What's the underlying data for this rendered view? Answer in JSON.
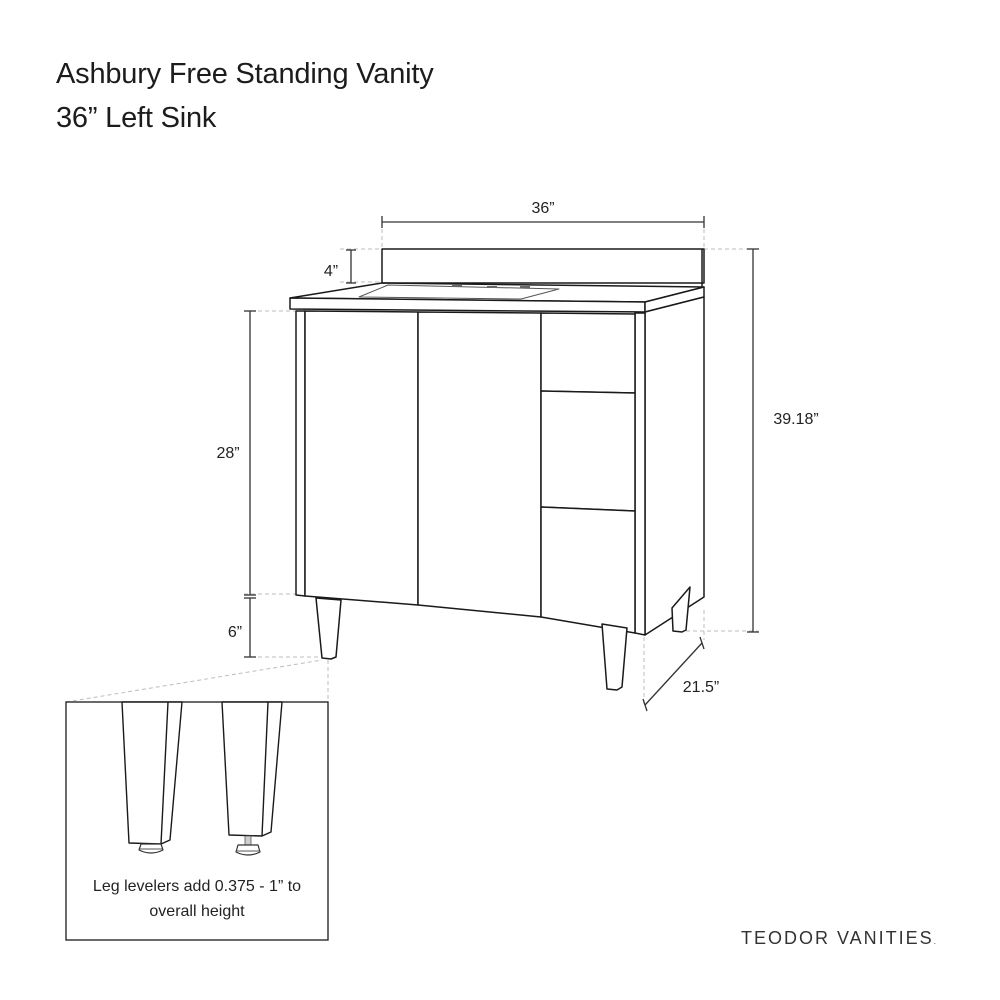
{
  "title": {
    "line1": "Ashbury Free Standing Vanity",
    "line2": "36” Left Sink"
  },
  "dimensions": {
    "width": "36”",
    "backsplash_height": "4”",
    "cabinet_height": "28”",
    "leg_height": "6”",
    "overall_height": "39.18”",
    "depth": "21.5”"
  },
  "detail_inset": {
    "note_line1": "Leg levelers add 0.375 - 1” to",
    "note_line2": "overall height"
  },
  "cabinet": {
    "doors": 2,
    "drawers": 3,
    "sink_position": "left",
    "faucet_holes": 3
  },
  "brand": {
    "name": "TEODOR VANITIES",
    "mark": "."
  },
  "colors": {
    "line": "#1a1a1a",
    "dim_line": "#333333",
    "guide_dashed": "#bbbbbb",
    "background": "#ffffff"
  }
}
